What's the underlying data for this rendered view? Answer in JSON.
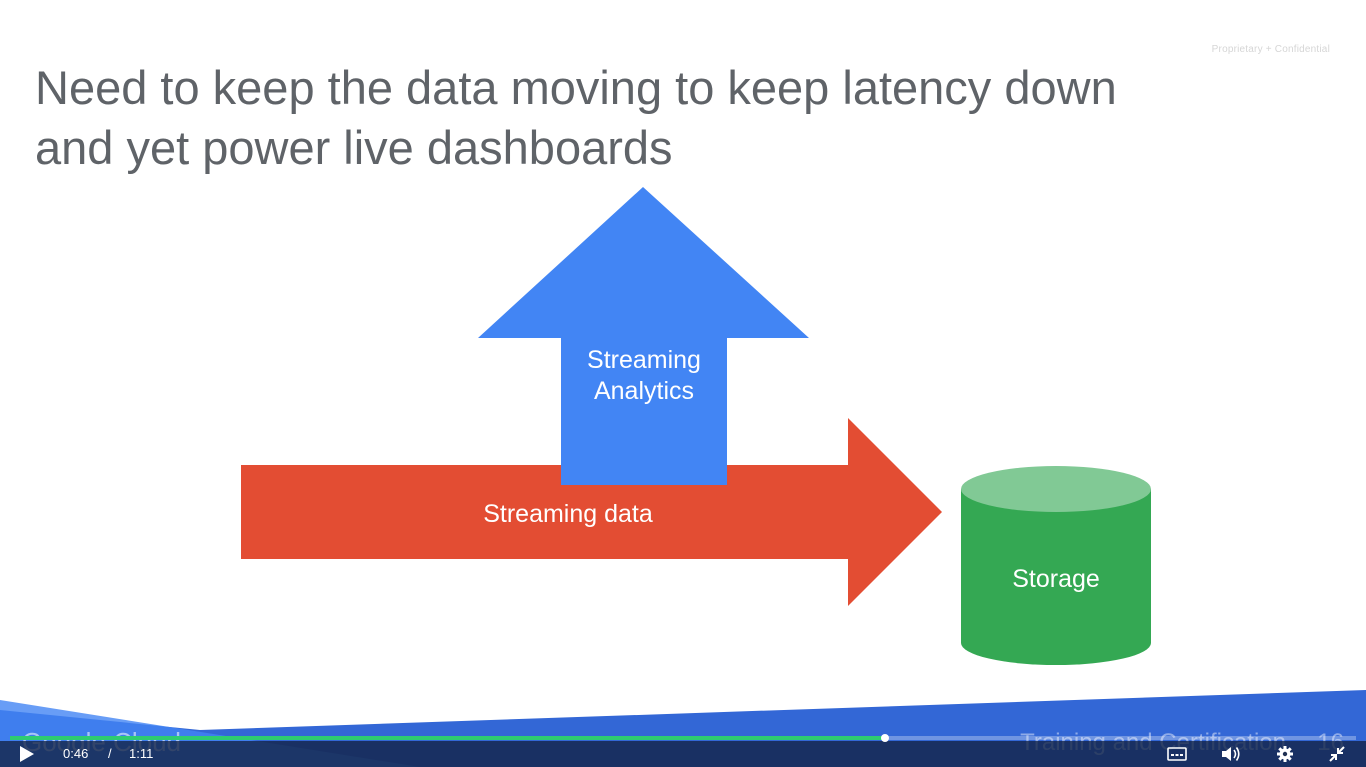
{
  "slide": {
    "confidential": "Proprietary + Confidential",
    "title_line1": "Need to keep the data moving to keep latency down",
    "title_line2": "and yet power live dashboards",
    "analytics_line1": "Streaming",
    "analytics_line2": "Analytics",
    "streaming_data_label": "Streaming data",
    "storage_label": "Storage",
    "brand": "Google Cloud",
    "training": "Training and Certification",
    "slide_number": "16"
  },
  "player": {
    "current_time": "0:46",
    "separator": "/",
    "duration": "1:11",
    "progress_fraction": 0.65,
    "icons": [
      "play-icon",
      "captions-icon",
      "volume-icon",
      "settings-icon",
      "exit-fullscreen-icon"
    ]
  },
  "colors": {
    "analytics_blue": "#4285f4",
    "stream_red": "#e34d33",
    "storage_green": "#34a853",
    "storage_top": "#81c995",
    "footer_blue": "#3367d6",
    "progress_green": "#2ecc71"
  }
}
